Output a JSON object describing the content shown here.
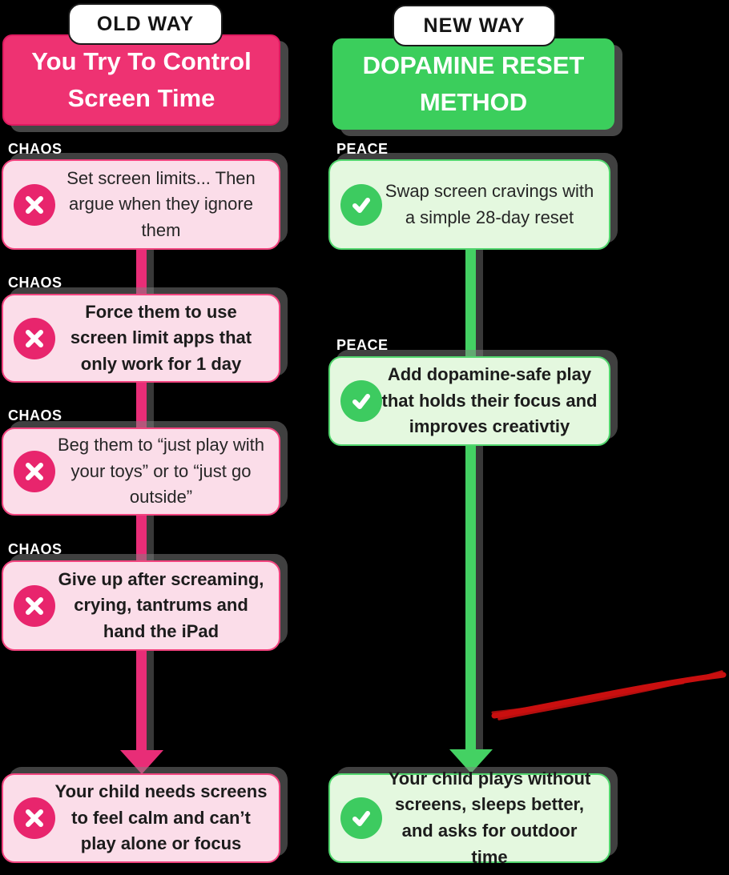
{
  "colors": {
    "background": "#000000",
    "pink_accent": "#EE3272",
    "pink_light": "#FBDDE9",
    "pink_border": "#F2447F",
    "pink_icon": "#E8256D",
    "green_accent": "#3BCE5C",
    "green_light": "#E4F8DF",
    "green_border": "#52D66E",
    "green_icon": "#3DCB60",
    "red_annotation": "#C90F0F"
  },
  "old_way": {
    "badge": "OLD WAY",
    "title": "You Try To Control Screen Time",
    "steps": [
      {
        "label": "CHAOS",
        "text": "Set screen limits... Then argue when they ignore them"
      },
      {
        "label": "CHAOS",
        "text": "Force them to use screen limit apps that only work for 1 day"
      },
      {
        "label": "CHAOS",
        "text": "Beg them to “just play with your toys” or to “just go outside”"
      },
      {
        "label": "CHAOS",
        "text": "Give up after screaming, crying, tantrums and hand the iPad"
      }
    ],
    "result": "Your child needs screens to feel calm and can’t play alone or focus"
  },
  "new_way": {
    "badge": "NEW WAY",
    "title": "DOPAMINE RESET METHOD",
    "steps": [
      {
        "label": "PEACE",
        "text": "Swap screen cravings with a simple 28-day reset"
      },
      {
        "label": "PEACE",
        "text": "Add dopamine-safe play that holds their focus and improves creativtiy"
      }
    ],
    "result": "Your child plays without screens, sleeps better, and asks for outdoor time"
  },
  "icons": {
    "fail": "x-icon",
    "success": "check-icon"
  }
}
